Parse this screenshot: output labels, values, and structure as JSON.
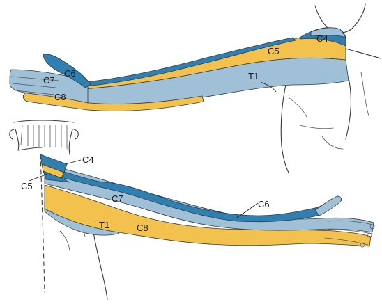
{
  "colors": {
    "dark_blue": "#2f7fb0",
    "light_blue": "#9fc0d6",
    "yellow": "#f2c14e",
    "outline": "#3a3a3a"
  },
  "labels": {
    "top": {
      "c4": "C4",
      "c5": "C5",
      "c6": "C6",
      "c7": "C7",
      "c8": "C8",
      "t1": "T1"
    },
    "bottom": {
      "c4": "C4",
      "c5": "C5",
      "c6": "C6",
      "c7": "C7",
      "c8": "C8",
      "t1": "T1"
    }
  }
}
